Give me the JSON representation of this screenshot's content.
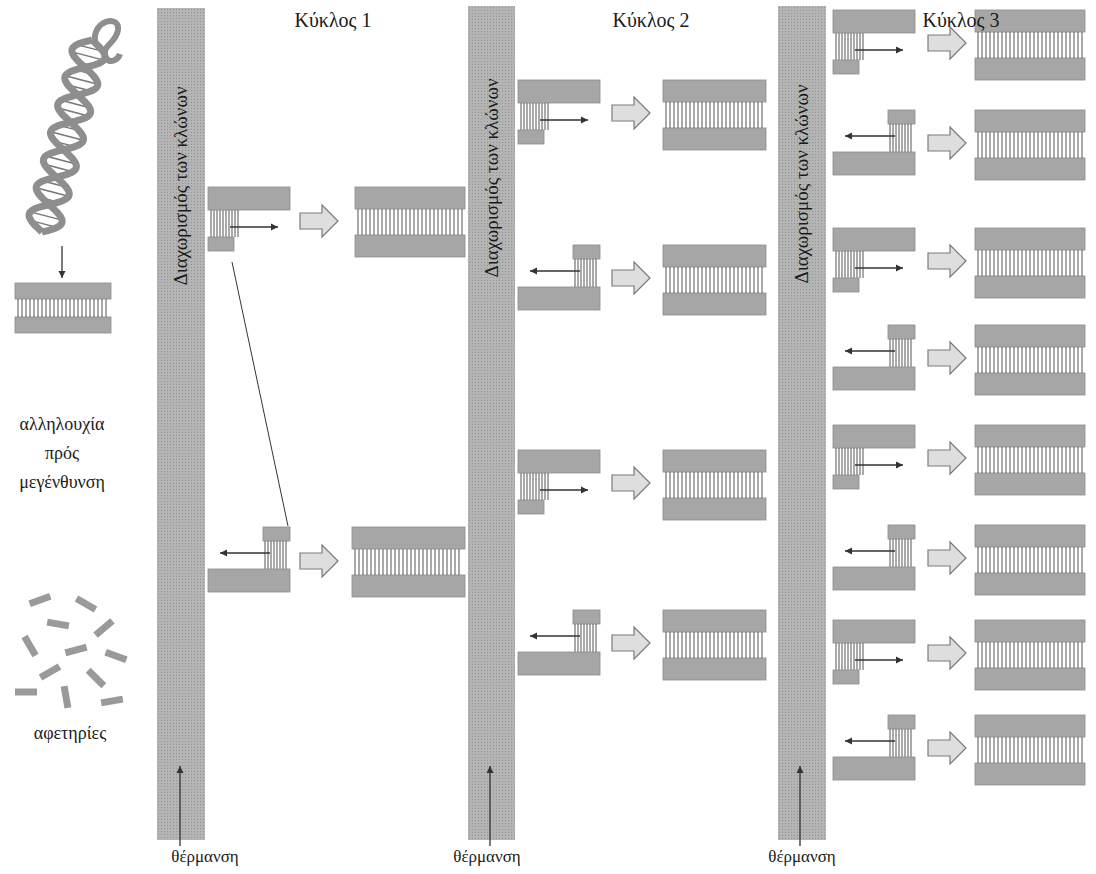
{
  "diagram": {
    "nodes": [
      {
        "text": [
          "Διαχωρισμός των κλώνων"
        ]
      },
      {
        "text": [
          "Διαχωρισμός των κλώνων"
        ]
      },
      {
        "text": [
          "Διαχωρισμός των κλώνων"
        ]
      }
    ],
    "labels": [
      "Κύκλος 1",
      "Κύκλος 2",
      "Κύκλος 3",
      "αλληλουχία πρός μεγένθυνση",
      "αφετηρίες",
      "θέρμανση",
      "θέρμανση",
      "θέρμανση"
    ]
  }
}
